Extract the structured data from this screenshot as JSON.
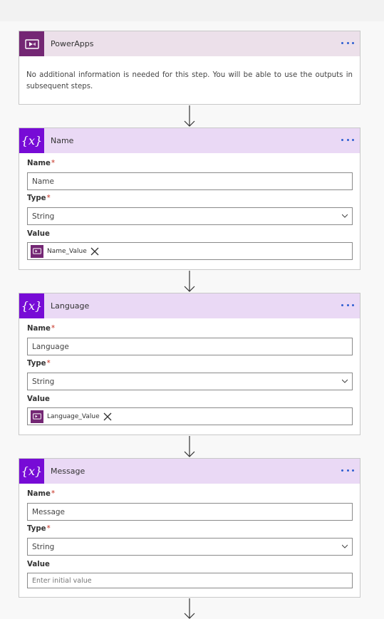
{
  "steps": [
    {
      "title": "PowerApps",
      "icon": "powerapps-icon",
      "description": "No additional information is needed for this step. You will be able to use the outputs in subsequent steps."
    },
    {
      "title": "Name",
      "icon": "variable-icon",
      "icon_glyph": "{x}",
      "fields": {
        "name_label": "Name",
        "name_value": "Name",
        "type_label": "Type",
        "type_value": "String",
        "value_label": "Value",
        "value_token": "Name_Value"
      }
    },
    {
      "title": "Language",
      "icon": "variable-icon",
      "icon_glyph": "{x}",
      "fields": {
        "name_label": "Name",
        "name_value": "Language",
        "type_label": "Type",
        "type_value": "String",
        "value_label": "Value",
        "value_token": "Language_Value"
      }
    },
    {
      "title": "Message",
      "icon": "variable-icon",
      "icon_glyph": "{x}",
      "fields": {
        "name_label": "Name",
        "name_value": "Message",
        "type_label": "Type",
        "type_value": "String",
        "value_label": "Value",
        "value_placeholder": "Enter initial value"
      }
    }
  ],
  "required_marker": "*",
  "colors": {
    "powerapps_brand": "#742774",
    "variable_brand": "#770bd6",
    "more_dots": "#2f5fd1",
    "required": "#c42b1c"
  }
}
